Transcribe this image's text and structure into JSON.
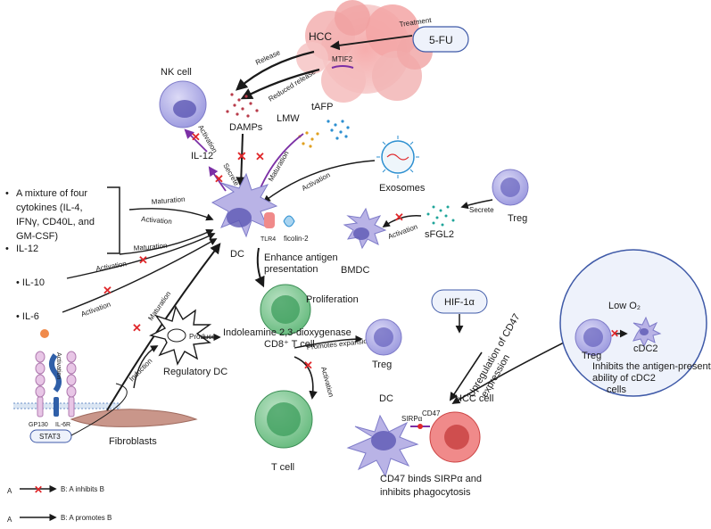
{
  "nodes": {
    "hcc": "HCC",
    "mtif2": "MTIF2",
    "five_fu": "5-FU",
    "nk_cell": "NK cell",
    "damps": "DAMPs",
    "lmw": "LMW",
    "tafp": "tAFP",
    "il12": "IL-12",
    "exosomes": "Exosomes",
    "treg_top": "Treg",
    "sfgl2": "sFGL2",
    "bmdc": "BMDC",
    "dc_main": "DC",
    "tlr4": "TLR4",
    "ficolin": "ficolin-2",
    "enhance_ag": "Enhance antigen presentation",
    "cd8": "CD8⁺ T cell",
    "proliferation": "Proliferation",
    "hif": "HIF-1α",
    "upregulation_cd47": "Upregulation of CD47 expression",
    "low_o2": "Low O₂",
    "treg_circle": "Treg",
    "cdc2": "cDC2",
    "inhibits_ag": "Inhibits the antigen-presentation ability of cDC2 cells",
    "il6": "IL-6",
    "il10": "IL-10",
    "gp130": "GP130",
    "il6r": "IL-6R",
    "stat3": "STAT3",
    "fibroblasts": "Fibroblasts",
    "regulatory_dc": "Regulatory DC",
    "ido": "Indoleamine 2,3-dioxygenase",
    "treg_mid": "Treg",
    "t_cell": "T cell",
    "dc_bottom": "DC",
    "hcc_cell": "HCC cell",
    "sirpa": "SIRPα",
    "cd47": "CD47",
    "cd47_binds": "CD47 binds SIRPα and inhibits phagocytosis"
  },
  "edges": {
    "treatment": "Treatment",
    "release": "Release",
    "reduced_release": "Reduced release",
    "activation_nk": "Activation",
    "secrete_il12": "Secrete",
    "maturation_tafp": "Maturation",
    "activation_exo": "Activation",
    "secrete_sfgl2": "Secrete",
    "activation_bmdc": "Activation",
    "maturation_mix": "Maturation",
    "activation_mix": "Activation",
    "maturation_il12": "Maturation",
    "activation_il10": "Activation",
    "activation_il6": "Activation",
    "activation_il6r": "Activation",
    "maturation_fib": "Maturation",
    "induction": "Induction",
    "produce": "Produce",
    "promotes_expansion": "Promotes  expansion",
    "activation_ido": "Activation"
  },
  "bullets": [
    "A mixture of four",
    "cytokines (IL-4,",
    "IFNγ, CD40L, and",
    "GM-CSF)",
    "IL-12"
  ],
  "legend": {
    "inhibit_a": "A",
    "inhibit_text": "B: A inhibits B",
    "promote_a": "A",
    "promote_text": "B: A promotes  B"
  },
  "colors": {
    "inhibit": "#e0282b",
    "promote": "#1a1a1a",
    "secrete": "#7b2fa5",
    "tumor": "#f08a8a",
    "dc": "#b9b3e6",
    "tcell": "#4ea86b",
    "treg": "#9f9de0",
    "hcc_cell": "#e25b5b"
  }
}
